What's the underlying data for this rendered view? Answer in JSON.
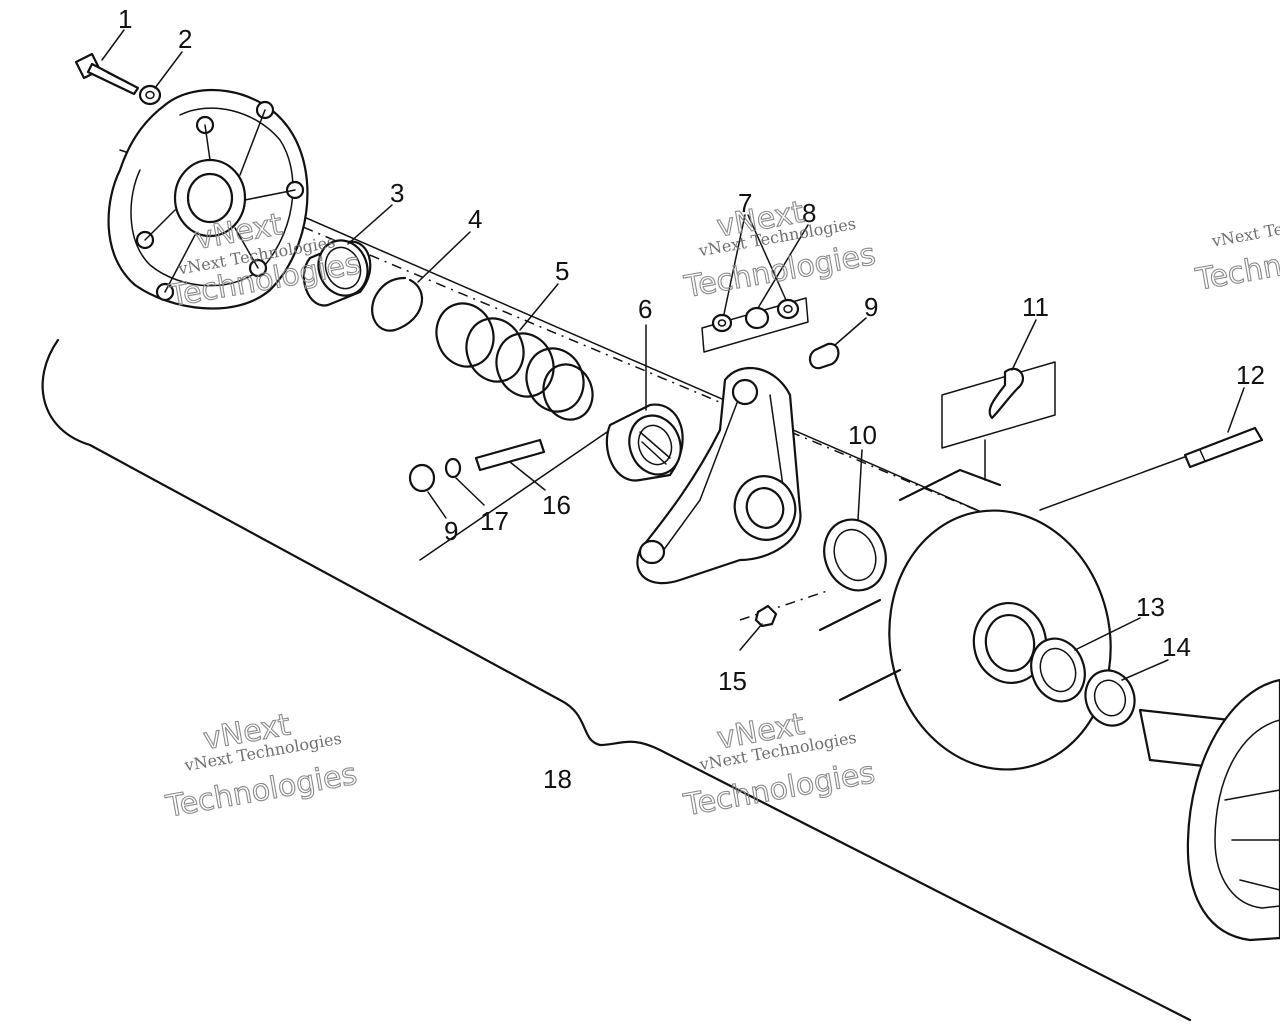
{
  "part_numbers": {
    "n1": "1",
    "n2": "2",
    "n3": "3",
    "n4": "4",
    "n5": "5",
    "n6": "6",
    "n7": "7",
    "n8": "8",
    "n9a": "9",
    "n9b": "9",
    "n10": "10",
    "n11": "11",
    "n12": "12",
    "n13": "13",
    "n14": "14",
    "n15": "15",
    "n16": "16",
    "n17": "17",
    "n18": "18"
  },
  "watermark": {
    "line1": "vNext Technologies",
    "line2": "vNext",
    "line3": "Technologies",
    "edge_line1": "vNext Te",
    "edge_line2": "Techn"
  },
  "colors": {
    "ink": "#111111",
    "watermark": "#8a8a8a",
    "background": "#ffffff"
  }
}
